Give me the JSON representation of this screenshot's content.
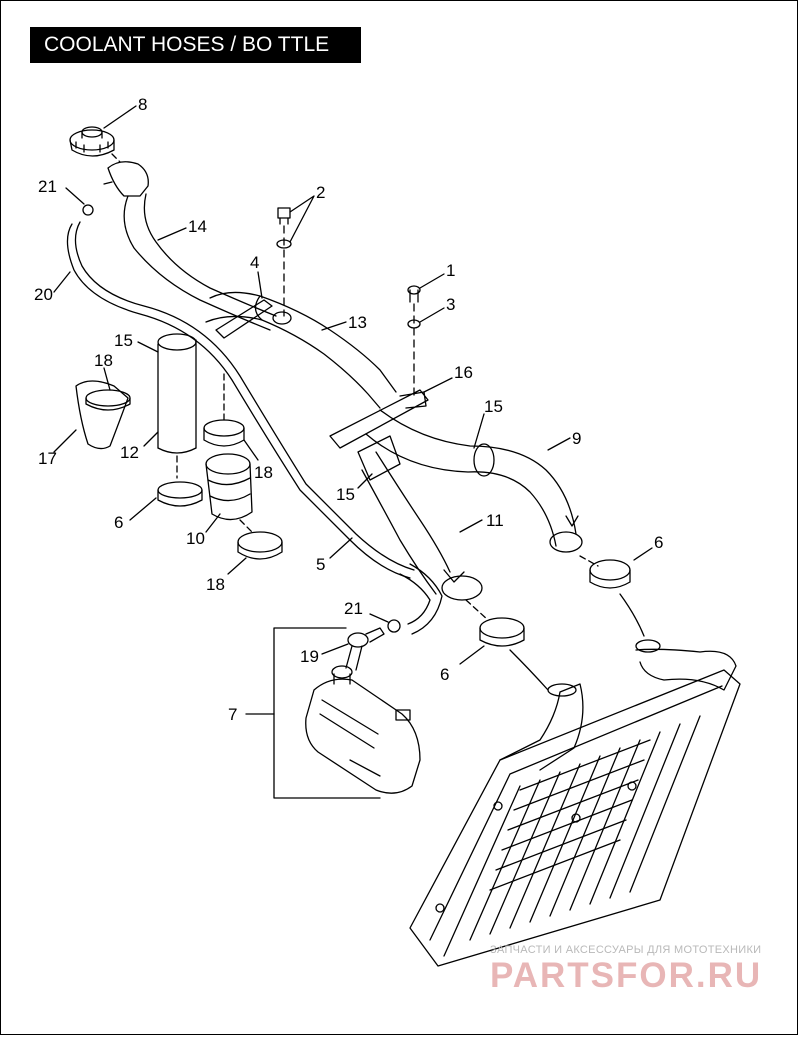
{
  "title": "COOLANT HOSES / BO TTLE",
  "labels": [
    "8",
    "21",
    "2",
    "14",
    "20",
    "4",
    "1",
    "3",
    "13",
    "15",
    "18",
    "16",
    "15",
    "9",
    "17",
    "12",
    "18",
    "11",
    "6",
    "15",
    "10",
    "6",
    "5",
    "18",
    "21",
    "19",
    "6",
    "7"
  ],
  "watermark": {
    "line1": "ЗАПЧАСТИ И АКСЕССУАРЫ ДЛЯ МОТОТЕХНИКИ",
    "line2": "PARTSFOR.RU"
  }
}
